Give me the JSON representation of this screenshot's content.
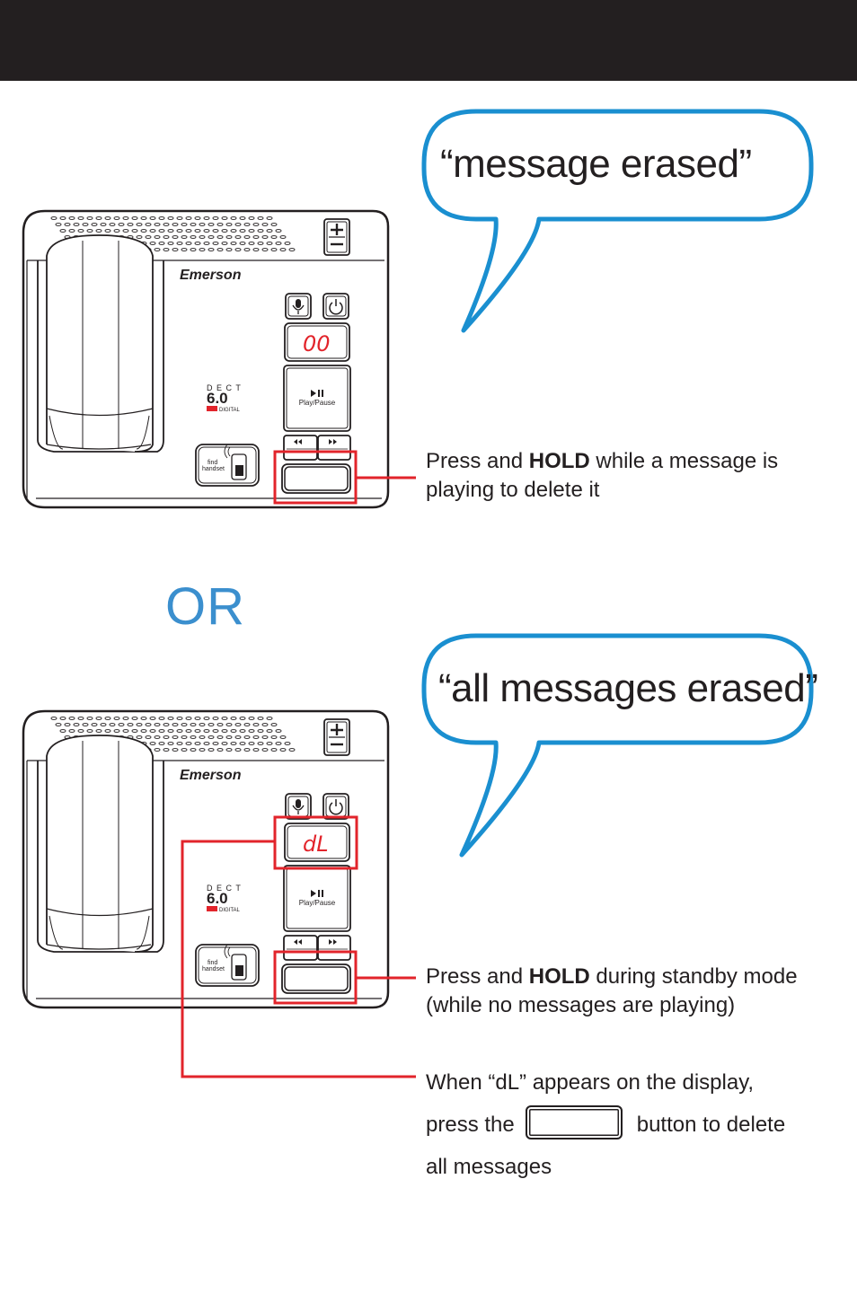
{
  "bubble1": {
    "text": "“message erased”"
  },
  "bubble2": {
    "text": "“all messages erased”"
  },
  "or_label": "OR",
  "device": {
    "brand": "Emerson",
    "dect_label": "D E C T",
    "dect_version": "6.0",
    "digital_label": "DIGITAL",
    "play_pause_label": "Play/Pause",
    "find_handset_label_1": "find",
    "find_handset_label_2": "handset"
  },
  "display1": {
    "value": "00"
  },
  "display2": {
    "value": "dL"
  },
  "note1": {
    "pre": "Press and ",
    "bold": "HOLD",
    "post": " while a message is",
    "line2": "playing to delete it"
  },
  "note2": {
    "pre": "Press and ",
    "bold": "HOLD",
    "post": " during standby mode",
    "line2": "(while no messages are playing)"
  },
  "note3": {
    "line1": "When “dL” appears on the display,",
    "line2_pre": "press the",
    "line2_post": "button to delete",
    "line3": "all messages"
  },
  "colors": {
    "top_bar": "#231f20",
    "bubble_stroke": "#1a8fd0",
    "highlight": "#e2242b",
    "or_text": "#3b8fce"
  },
  "icons": [
    "plus-icon",
    "minus-icon",
    "microphone-icon",
    "power-icon",
    "play-pause-icon",
    "rewind-icon",
    "fast-forward-icon",
    "phone-handset-icon"
  ]
}
